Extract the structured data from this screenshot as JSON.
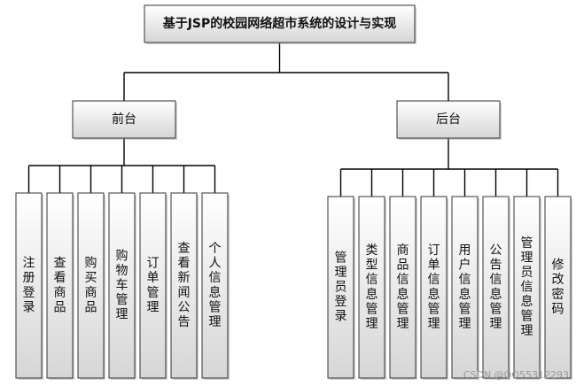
{
  "root": {
    "label": "基于JSP的校园网络超市系统的设计与实现"
  },
  "branches": [
    {
      "label": "前台",
      "children": [
        "注册登录",
        "查看商品",
        "购买商品",
        "购物车管理",
        "订单管理",
        "查看新闻公告",
        "个人信息管理"
      ]
    },
    {
      "label": "后台",
      "children": [
        "管理员登录",
        "类型信息管理",
        "商品信息管理",
        "订单信息管理",
        "用户信息管理",
        "公告信息管理",
        "管理员信息管理",
        "修改密码"
      ]
    }
  ],
  "watermark": "CSDN @QQ55312293",
  "colors": {
    "box_top": "#ffffff",
    "box_bottom": "#dcdcdc",
    "line": "#000000",
    "text": "#111111"
  }
}
